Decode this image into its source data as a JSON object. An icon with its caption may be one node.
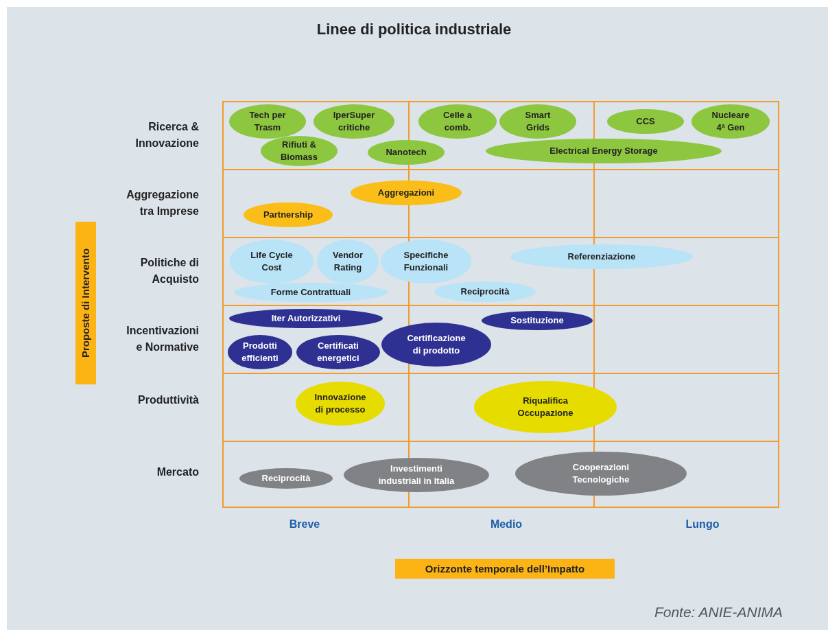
{
  "diagram": {
    "title": "Linee di politica industriale",
    "caption": "Fonte: ANIE-ANIMA",
    "nodes": [
      {
        "text": [
          "Tech per Trasm"
        ]
      },
      {
        "text": [
          "IperSuper critiche"
        ]
      },
      {
        "text": [
          "Rifiuti & Biomass"
        ]
      },
      {
        "text": [
          "Nanotech"
        ]
      },
      {
        "text": [
          "Celle a comb."
        ]
      },
      {
        "text": [
          "Smart Grids"
        ]
      },
      {
        "text": [
          "Electrical Energy Storage"
        ]
      },
      {
        "text": [
          "CCS"
        ]
      },
      {
        "text": [
          "Nucleare 4ª Gen"
        ]
      },
      {
        "text": [
          "Aggregazioni"
        ]
      },
      {
        "text": [
          "Partnership"
        ]
      },
      {
        "text": [
          "Life Cycle Cost"
        ]
      },
      {
        "text": [
          "Vendor Rating"
        ]
      },
      {
        "text": [
          "Specifiche Funzionali"
        ]
      },
      {
        "text": [
          "Referenziazione"
        ]
      },
      {
        "text": [
          "Forme Contrattuali"
        ]
      },
      {
        "text": [
          "Reciprocità"
        ]
      },
      {
        "text": [
          "Iter Autorizzativi"
        ]
      },
      {
        "text": [
          "Sostituzione"
        ]
      },
      {
        "text": [
          "Prodotti efficienti"
        ]
      },
      {
        "text": [
          "Certificati energetici"
        ]
      },
      {
        "text": [
          "Certificazione di prodotto"
        ]
      },
      {
        "text": [
          "Innovazione di processo"
        ]
      },
      {
        "text": [
          "Riqualifica Occupazione"
        ]
      },
      {
        "text": [
          "Reciprocità"
        ]
      },
      {
        "text": [
          "Investimenti industriali in Italia"
        ]
      },
      {
        "text": [
          "Cooperazioni Tecnologiche"
        ]
      }
    ],
    "labels": [
      "Ricerca & Innovazione",
      "Aggregazione tra Imprese",
      "Politiche di Acquisto",
      "Incentivazioni e Normative",
      "Produttività",
      "Mercato",
      "Proposte di Intervento",
      "Breve",
      "Medio",
      "Lungo",
      "Orizzonte temporale dell’Impatto"
    ]
  }
}
